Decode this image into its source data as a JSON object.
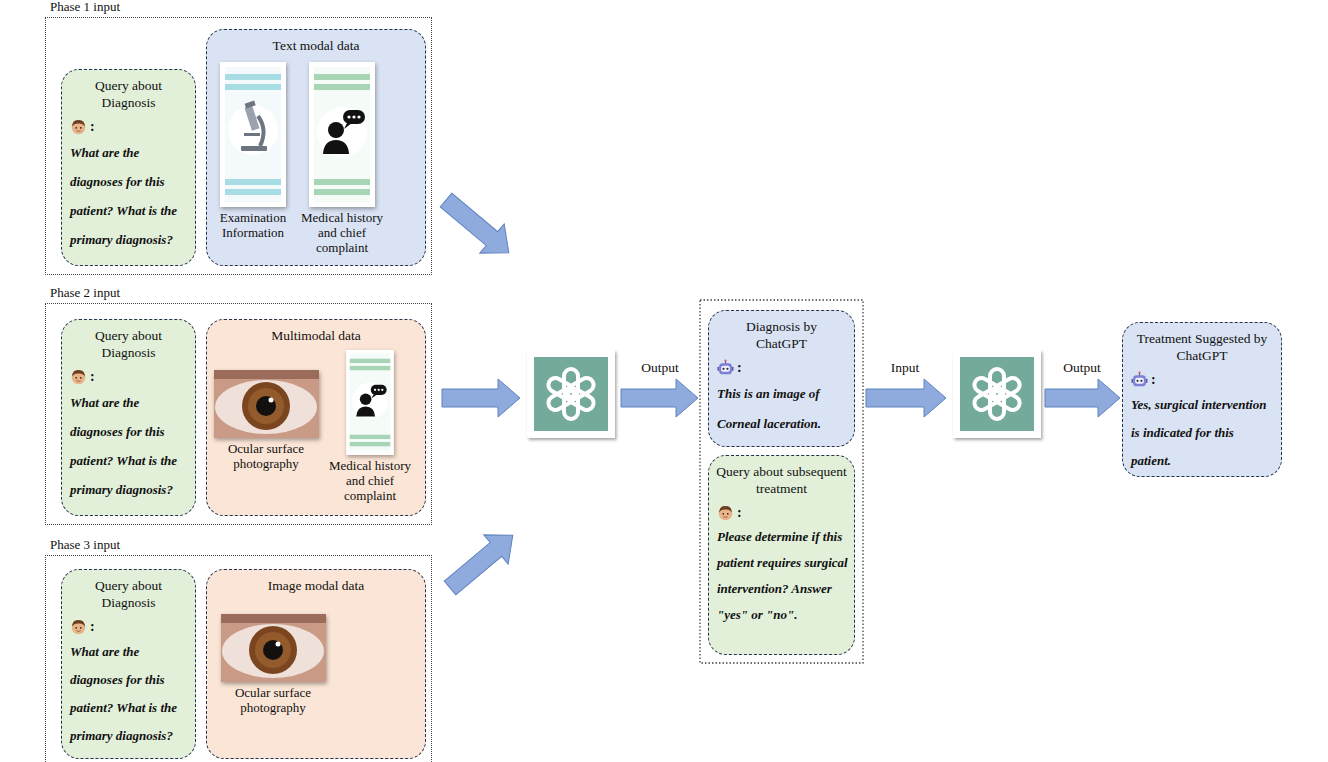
{
  "diagram": {
    "nodes": [
      {
        "text": [
          "Phase 1 input"
        ]
      },
      {
        "text": [
          "Query about Diagnosis",
          ":",
          "What are the diagnoses for this patient? What is the primary diagnosis?"
        ],
        "in": 0
      },
      {
        "text": [
          "Text modal data"
        ],
        "in": 0
      },
      {
        "text": [
          "Examination Information"
        ],
        "in": 2
      },
      {
        "text": [
          "Medical history and chief complaint"
        ],
        "in": 2
      },
      {
        "text": [
          "Phase 2 input"
        ]
      },
      {
        "text": [
          "Query about Diagnosis",
          ":",
          "What are the diagnoses for this patient? What is the primary diagnosis?"
        ],
        "in": 5
      },
      {
        "text": [
          "Multimodal data"
        ],
        "in": 5
      },
      {
        "text": [
          "Ocular surface photography"
        ],
        "in": 7
      },
      {
        "text": [
          "Medical history and chief complaint"
        ],
        "in": 7
      },
      {
        "text": [
          "Phase 3 input"
        ]
      },
      {
        "text": [
          "Query about Diagnosis",
          ":",
          "What are the diagnoses for this patient? What is the primary diagnosis?"
        ],
        "in": 10
      },
      {
        "text": [
          "Image modal data"
        ],
        "in": 10
      },
      {
        "text": [
          "Ocular surface photography"
        ],
        "in": 12
      },
      {
        "text": [
          "Diagnosis by ChatGPT",
          ":",
          "This is an image of Corneal laceration."
        ]
      },
      {
        "text": [
          "Query about subsequent treatment",
          ":",
          "Please determine if this patient requires surgical intervention? Answer \"yes\" or \"no\"."
        ]
      },
      {
        "text": [
          "Treatment Suggested by ChatGPT",
          ":",
          "Yes, surgical intervention is indicated for this patient."
        ]
      }
    ],
    "labels": [
      "Output",
      "Input",
      "Output"
    ]
  }
}
